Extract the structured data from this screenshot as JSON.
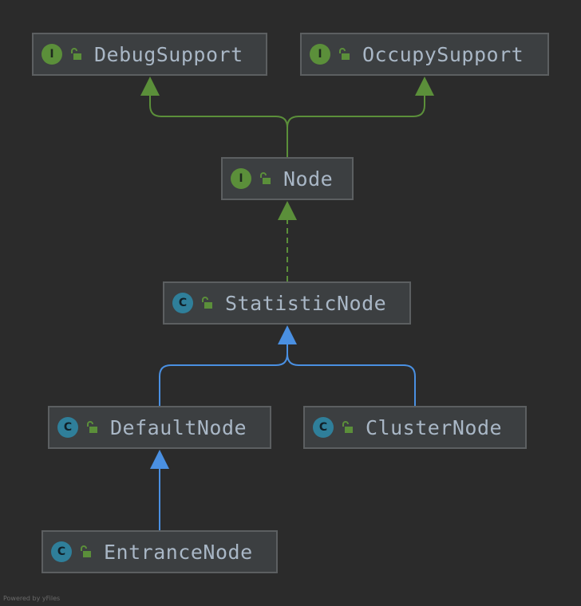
{
  "nodes": [
    {
      "id": "debugsupport",
      "name": "DebugSupport",
      "kind": "interface",
      "badge": "I"
    },
    {
      "id": "occupysupport",
      "name": "OccupySupport",
      "kind": "interface",
      "badge": "I"
    },
    {
      "id": "node",
      "name": "Node",
      "kind": "interface",
      "badge": "I"
    },
    {
      "id": "statisticnode",
      "name": "StatisticNode",
      "kind": "class",
      "badge": "C"
    },
    {
      "id": "defaultnode",
      "name": "DefaultNode",
      "kind": "class",
      "badge": "C"
    },
    {
      "id": "clusternode",
      "name": "ClusterNode",
      "kind": "class",
      "badge": "C"
    },
    {
      "id": "entrancenode",
      "name": "EntranceNode",
      "kind": "class",
      "badge": "C"
    }
  ],
  "edges": [
    {
      "from": "node",
      "to": "debugsupport",
      "type": "interface-extends",
      "color": "#5b8f3a"
    },
    {
      "from": "node",
      "to": "occupysupport",
      "type": "interface-extends",
      "color": "#5b8f3a"
    },
    {
      "from": "statisticnode",
      "to": "node",
      "type": "implements",
      "color": "#5b8f3a"
    },
    {
      "from": "defaultnode",
      "to": "statisticnode",
      "type": "extends",
      "color": "#4a90e2"
    },
    {
      "from": "clusternode",
      "to": "statisticnode",
      "type": "extends",
      "color": "#4a90e2"
    },
    {
      "from": "entrancenode",
      "to": "defaultnode",
      "type": "extends",
      "color": "#4a90e2"
    }
  ],
  "colors": {
    "background": "#2b2b2b",
    "node_fill": "#3c3f41",
    "node_border": "#5c5f61",
    "label_text": "#a9b7c6",
    "interface_badge": "#5b8f3a",
    "class_badge": "#2f7f9a",
    "lock_icon": "#5b8f3a"
  },
  "footer": "Powered by yFiles"
}
